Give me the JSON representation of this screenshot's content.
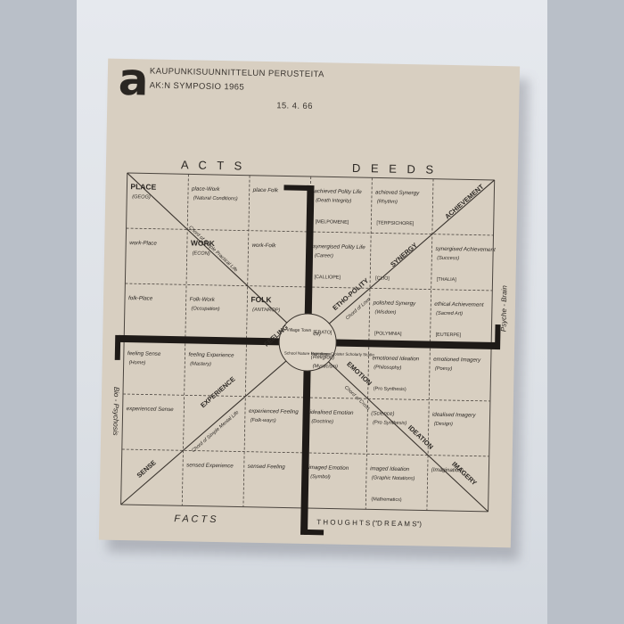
{
  "header": {
    "logo": "a",
    "line1": "KAUPUNKISUUNNITTELUN PERUSTEITA",
    "line2": "AK:N SYMPOSIO 1965",
    "date": "15. 4. 66"
  },
  "chart": {
    "top_left": "A C T S",
    "top_right": "D E E D S",
    "bottom_left": "F A C T S",
    "bottom_right": "T H O U G H T S (\"D R E A M S\")",
    "left_side": "Bio - Psychosis",
    "right_side": "Psyche - Brain",
    "center_labels": [
      "Village Town",
      "City",
      "School Nature Experience",
      "Hermitage Cloister Scholarly Studio"
    ],
    "rows": [
      [
        {
          "t": "PLACE",
          "s": "(GEOG)"
        },
        {
          "t": "place-Work",
          "s": "(Natural Conditions)"
        },
        {
          "t": "place Folk",
          "s": ""
        },
        {
          "t": "achieved Polity Life",
          "s": "(Death Integrity)",
          "m": "[MELPOMENE]"
        },
        {
          "t": "achieved Synergy",
          "s": "(Rhythm)",
          "m": "[TERPSICHORE]"
        },
        {
          "t": "",
          "s": ""
        }
      ],
      [
        {
          "t": "work-Place",
          "s": ""
        },
        {
          "t": "WORK",
          "s": "(ECON)"
        },
        {
          "t": "work-Folk",
          "s": ""
        },
        {
          "t": "synergised Polity Life",
          "s": "(Career)",
          "m": "[CALLIOPE]"
        },
        {
          "t": "",
          "s": "",
          "m": "[CLIO]"
        },
        {
          "t": "synergised Achievement",
          "s": "(Success)",
          "m": "[THALIA]"
        }
      ],
      [
        {
          "t": "folk-Place",
          "s": ""
        },
        {
          "t": "Folk-Work",
          "s": "(Occupation)"
        },
        {
          "t": "FOLK",
          "s": "(ANTHROP)"
        },
        {
          "t": "",
          "s": "",
          "m": "[ERATO]"
        },
        {
          "t": "polished Synergy",
          "s": "(Wisdom)",
          "m": "[POLYMNIA]"
        },
        {
          "t": "ethical Achievement",
          "s": "(Sacred Art)",
          "m": "[EUTERPE]"
        }
      ],
      [
        {
          "t": "feeling Sense",
          "s": "(Home)"
        },
        {
          "t": "feeling Experience",
          "s": "(Mastery)"
        },
        {
          "t": "",
          "s": ""
        },
        {
          "t": "(Religion)",
          "s": "(Mysticism)"
        },
        {
          "t": "emotioned Ideation",
          "s": "(Philosophy)",
          "m": "(Pro Synthesis)"
        },
        {
          "t": "emotioned Imagery",
          "s": "(Poesy)"
        }
      ],
      [
        {
          "t": "experienced Sense",
          "s": ""
        },
        {
          "t": "",
          "s": ""
        },
        {
          "t": "experienced Feeling",
          "s": "(Folk-ways)"
        },
        {
          "t": "idealised Emotion",
          "s": "(Doctrine)"
        },
        {
          "t": "(Science)",
          "s": "(Pro Synthesis)"
        },
        {
          "t": "idealised Imagery",
          "s": "(Design)"
        }
      ],
      [
        {
          "t": "",
          "s": ""
        },
        {
          "t": "sensed Experience",
          "s": ""
        },
        {
          "t": "sensed Feeling",
          "s": ""
        },
        {
          "t": "imaged Emotion",
          "s": "(Symbol)"
        },
        {
          "t": "imaged Ideation",
          "s": "(Graphic Notations)",
          "m": "(Mathematics)"
        },
        {
          "t": "(Imagination)",
          "s": ""
        }
      ]
    ],
    "diagonal_words": [
      "SENSE",
      "EXPERIENCE",
      "FEELING",
      "EMOTION",
      "IDEATION",
      "IMAGERY",
      "SYNERGY",
      "ACHIEVEMENT",
      "ETHO-POLITY"
    ],
    "chord_words": [
      "Chord of Simple Practical Life",
      "Chord of Simple Mental Life",
      "Chord of Love",
      "Chord of Cross"
    ]
  }
}
